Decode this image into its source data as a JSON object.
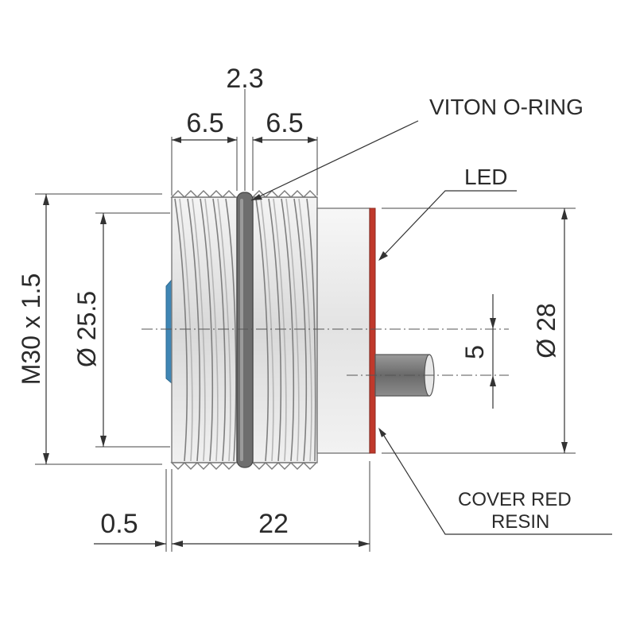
{
  "dimensions": {
    "oring_width": "2.3",
    "thread_left_length": "6.5",
    "thread_right_length": "6.5",
    "thread_spec": "M30 x 1.5",
    "inner_diameter": "Ø 25.5",
    "body_diameter": "Ø 28",
    "cable_pitch": "5",
    "flange_offset": "0.5",
    "overall_length": "22"
  },
  "callouts": {
    "oring": "VITON  O-RING",
    "led": "LED",
    "cover_line1": "COVER RED",
    "cover_line2": "RESIN"
  },
  "colors": {
    "led_cover": "#c0392b",
    "window": "#3f86b5",
    "oring": "#6e6e6e",
    "cable": "#7d7d7d"
  }
}
